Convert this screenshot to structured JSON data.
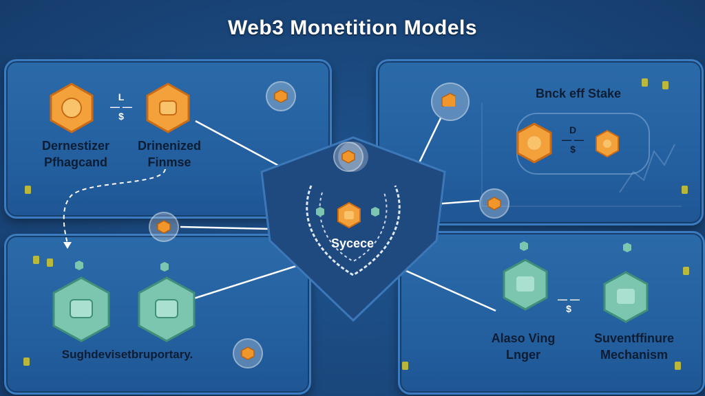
{
  "title": "Web3 Monetition Models",
  "center": {
    "label": "Sycece"
  },
  "panels": {
    "top_left": {
      "left_card": {
        "line1": "Dernestizer",
        "line2": "Pfhagcand"
      },
      "right_card": {
        "line1": "Drinenized",
        "line2": "Finmse"
      }
    },
    "top_right": {
      "heading": "Bnck eff Stake"
    },
    "bottom_left": {
      "caption": "Sughdevisetbruportary."
    },
    "bottom_right": {
      "left_card": {
        "line1": "Alaso Ving",
        "line2": "Lnger"
      },
      "right_card": {
        "line1": "Suventffinure",
        "line2": "Mechanism"
      }
    }
  },
  "colors": {
    "background": "#1d4f86",
    "panel": "#2763a2",
    "orange": "#f0962a",
    "teal": "#7cc6b0"
  },
  "icons": [
    "coin-hexagon-icon",
    "chain-icon",
    "shield-icon",
    "dashed-arrow-icon"
  ]
}
